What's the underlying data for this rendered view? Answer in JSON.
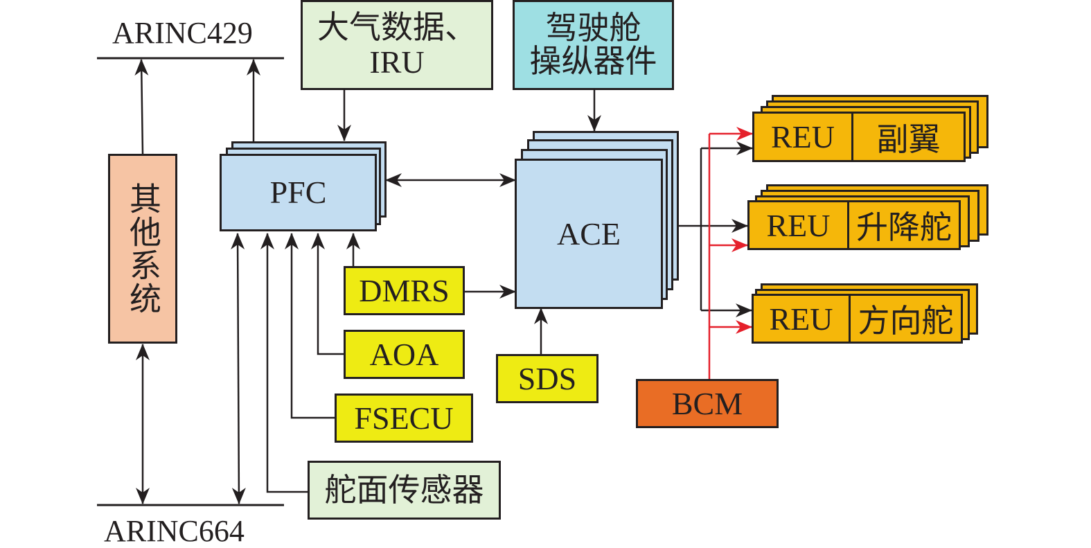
{
  "diagram": {
    "buses": {
      "top": "ARINC429",
      "bottom": "ARINC664"
    },
    "nodes": {
      "other_systems": "其他系统",
      "air_data_line1": "大气数据、",
      "air_data_line2": "IRU",
      "cockpit_line1": "驾驶舱",
      "cockpit_line2": "操纵器件",
      "pfc": "PFC",
      "ace": "ACE",
      "dmrs": "DMRS",
      "aoa": "AOA",
      "fsecu": "FSECU",
      "sds": "SDS",
      "surface_sensor": "舵面传感器",
      "bcm": "BCM"
    },
    "reus": [
      {
        "unit": "REU",
        "surface": "副翼"
      },
      {
        "unit": "REU",
        "surface": "升降舵"
      },
      {
        "unit": "REU",
        "surface": "方向舵"
      }
    ],
    "colors": {
      "pfc_ace": "#c3ddf1",
      "other_systems": "#f6c4a4",
      "air_data": "#e2f1d7",
      "cockpit": "#9edfe3",
      "sensor_yellow": "#eeeb13",
      "reu": "#f5b70a",
      "bcm": "#e96d25",
      "bcm_link": "#e5202b",
      "line": "#231f20"
    }
  }
}
